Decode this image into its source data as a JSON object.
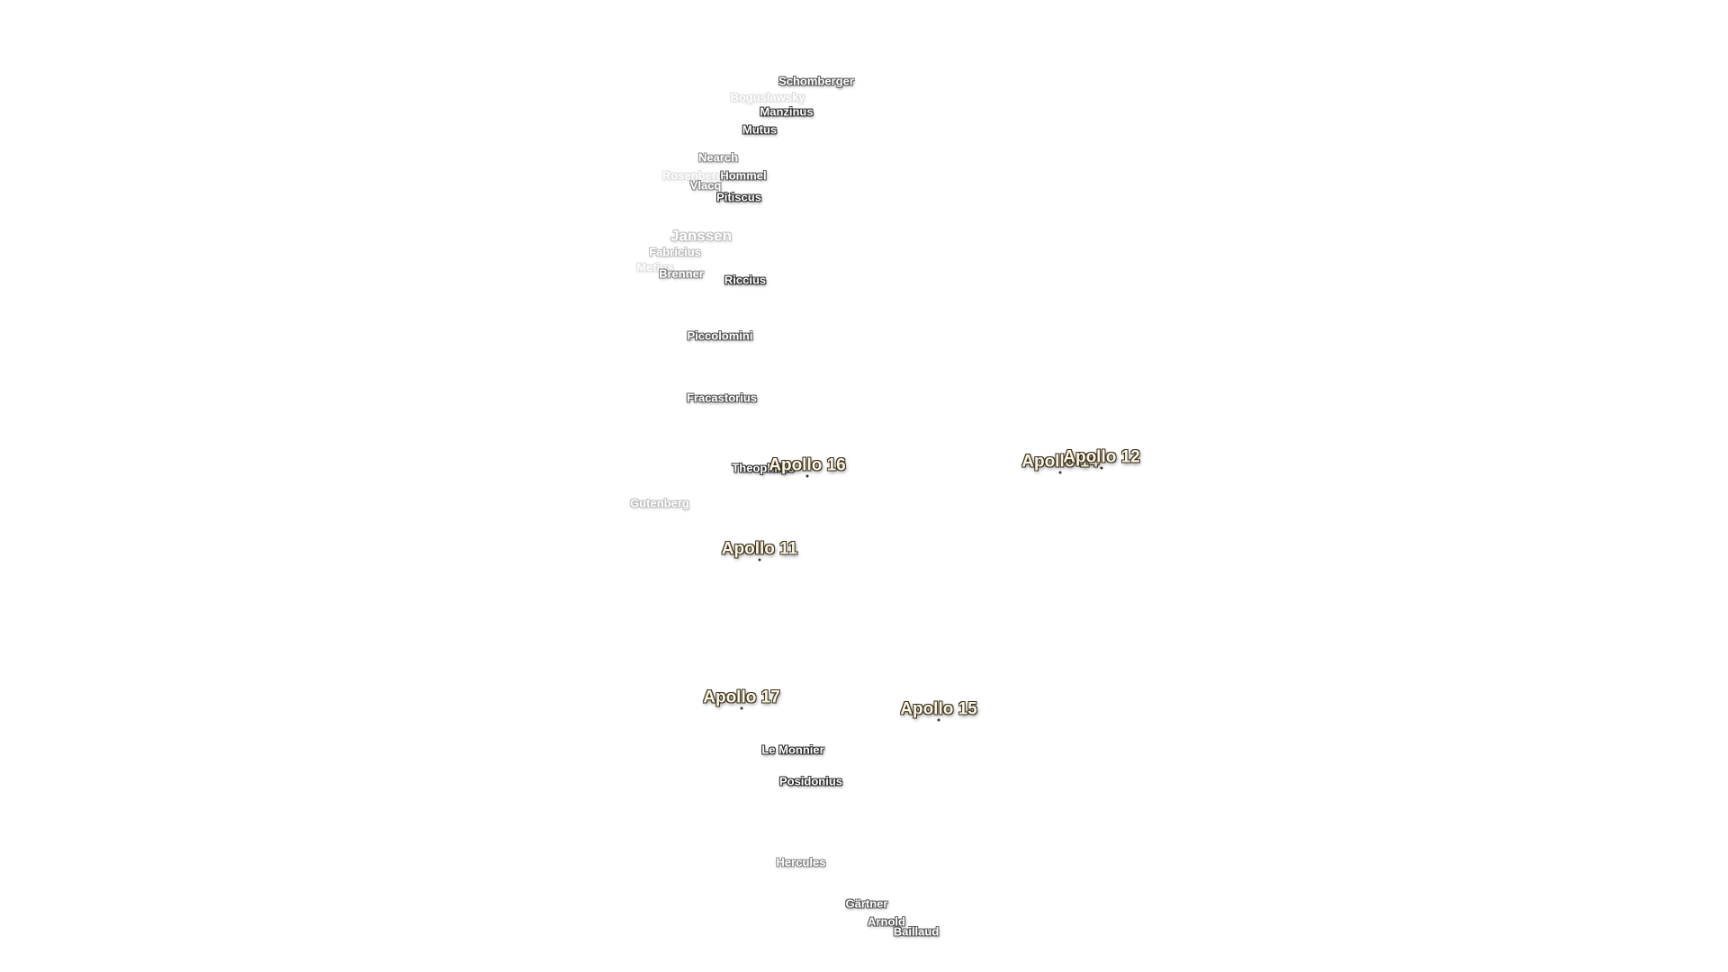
{
  "craters": [
    {
      "id": "schomberger",
      "label": "Schomberger",
      "style": "fade1"
    },
    {
      "id": "boguslawsky",
      "label": "Boguslawsky",
      "style": "fade4"
    },
    {
      "id": "manzinus",
      "label": "Manzinus",
      "style": ""
    },
    {
      "id": "mutus",
      "label": "Mutus",
      "style": ""
    },
    {
      "id": "nearch",
      "label": "Nearch",
      "style": "fade2"
    },
    {
      "id": "rosenberger",
      "label": "Rosenberger",
      "style": "fade4"
    },
    {
      "id": "hommel",
      "label": "Hommel",
      "style": "fade1"
    },
    {
      "id": "vlacq",
      "label": "Vlacq",
      "style": "fade2"
    },
    {
      "id": "pitiscus",
      "label": "Pitiscus",
      "style": ""
    },
    {
      "id": "janssen",
      "label": "Janssen",
      "style": "large fade3"
    },
    {
      "id": "fabricius",
      "label": "Fabricius",
      "style": "fade3"
    },
    {
      "id": "metius",
      "label": "Metius",
      "style": "fade4"
    },
    {
      "id": "brenner",
      "label": "Brenner",
      "style": "fade2"
    },
    {
      "id": "riccius",
      "label": "Riccius",
      "style": ""
    },
    {
      "id": "piccolomini",
      "label": "Piccolomini",
      "style": "fade1"
    },
    {
      "id": "fracastorius",
      "label": "Fracastorius",
      "style": "fade1"
    },
    {
      "id": "theophilus",
      "label": "Theophilus",
      "style": ""
    },
    {
      "id": "gutenberg",
      "label": "Gutenberg",
      "style": "fade3"
    },
    {
      "id": "le-monnier",
      "label": "Le Monnier",
      "style": ""
    },
    {
      "id": "posidonius",
      "label": "Posidonius",
      "style": ""
    },
    {
      "id": "hercules",
      "label": "Hercules",
      "style": "fade2"
    },
    {
      "id": "gartner",
      "label": "Gärtner",
      "style": "fade1"
    },
    {
      "id": "arnold",
      "label": "Arnold",
      "style": "fade1"
    },
    {
      "id": "baillaud",
      "label": "Baillaud",
      "style": "fade1"
    }
  ],
  "landing_sites": [
    {
      "id": "apollo-16",
      "label": "Apollo 16"
    },
    {
      "id": "apollo-14",
      "label": "Apollo 14"
    },
    {
      "id": "apollo-12",
      "label": "Apollo 12"
    },
    {
      "id": "apollo-11",
      "label": "Apollo 11"
    },
    {
      "id": "apollo-17",
      "label": "Apollo 17"
    },
    {
      "id": "apollo-15",
      "label": "Apollo 15"
    }
  ]
}
